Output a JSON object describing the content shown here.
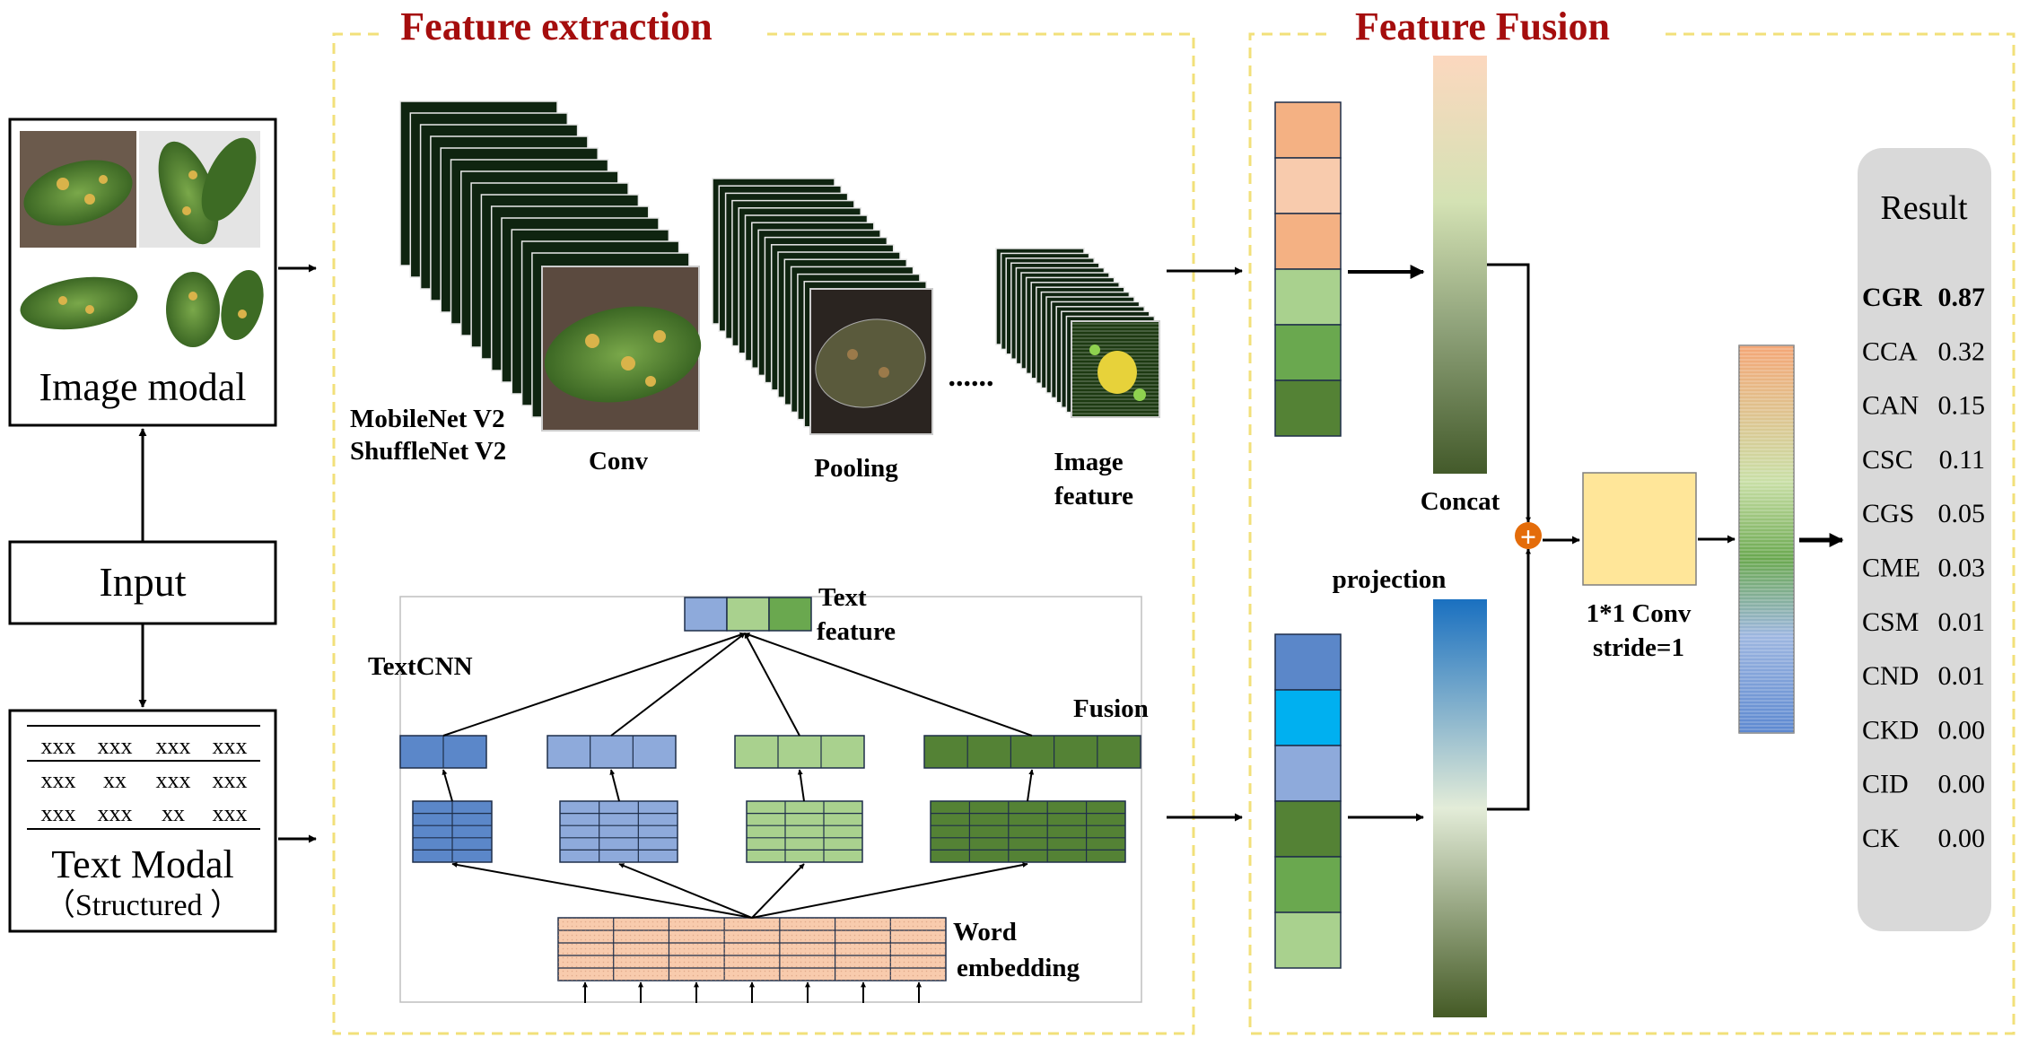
{
  "sections": {
    "extraction_title": "Feature extraction",
    "fusion_title": "Feature Fusion"
  },
  "input": {
    "image_modal_label": "Image modal",
    "input_label": "Input",
    "text_modal_label": "Text Modal",
    "text_modal_sub": "（Structured ）",
    "table_rows": [
      [
        "xxx",
        "xxx",
        "xxx",
        "xxx"
      ],
      [
        "xxx",
        "xx",
        "xxx",
        "xxx"
      ],
      [
        "xxx",
        "xxx",
        "xx",
        "xxx"
      ]
    ]
  },
  "extraction": {
    "backbone_1": "MobileNet V2",
    "backbone_2": "ShuffleNet V2",
    "conv": "Conv",
    "pooling": "Pooling",
    "ellipsis": "......",
    "image_feature_1": "Image",
    "image_feature_2": "feature",
    "textcnn": "TextCNN",
    "text_feature_1": "Text",
    "text_feature_2": "feature",
    "fusion": "Fusion",
    "word_embedding_1": "Word",
    "word_embedding_2": "embedding"
  },
  "fusion": {
    "concat": "Concat",
    "projection": "projection",
    "conv_1": "1*1 Conv",
    "conv_2": "stride=1",
    "plus_symbol": "+"
  },
  "result": {
    "title": "Result",
    "items": [
      {
        "label": "CGR",
        "value": "0.87"
      },
      {
        "label": "CCA",
        "value": "0.32"
      },
      {
        "label": "CAN",
        "value": "0.15"
      },
      {
        "label": "CSC",
        "value": "0.11"
      },
      {
        "label": "CGS",
        "value": "0.05"
      },
      {
        "label": "CME",
        "value": "0.03"
      },
      {
        "label": "CSM",
        "value": "0.01"
      },
      {
        "label": "CND",
        "value": "0.01"
      },
      {
        "label": "CKD",
        "value": "0.00"
      },
      {
        "label": "CID",
        "value": "0.00"
      },
      {
        "label": "CK",
        "value": "0.00"
      }
    ]
  },
  "colors": {
    "section_title": "#a50d0d",
    "dashed_border": "#f2e07a",
    "result_panel": "#d9d9d9",
    "plus_circle": "#e46c0a",
    "conv_box": "#ffe699"
  }
}
